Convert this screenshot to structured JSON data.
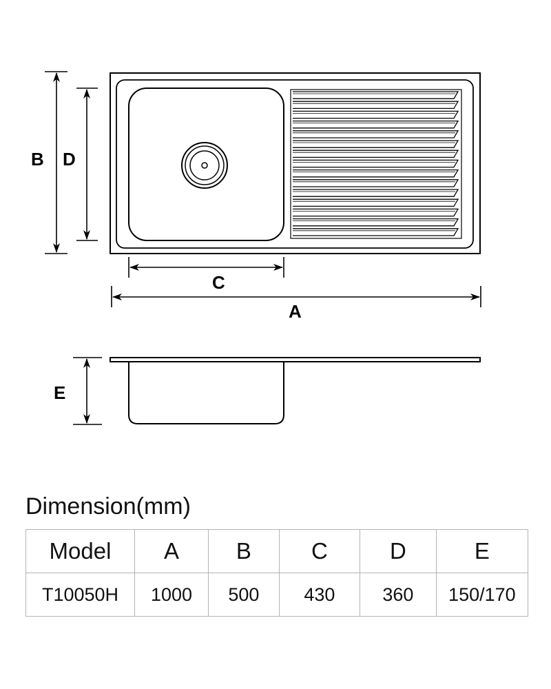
{
  "labels": {
    "a": "A",
    "b": "B",
    "c": "C",
    "d": "D",
    "e": "E"
  },
  "title": "Dimension(mm)",
  "table": {
    "headers": [
      "Model",
      "A",
      "B",
      "C",
      "D",
      "E"
    ],
    "rows": [
      [
        "T10050H",
        "1000",
        "500",
        "430",
        "360",
        "150/170"
      ]
    ]
  },
  "colors": {
    "line": "#000000",
    "table_border": "#b3b3b3"
  }
}
